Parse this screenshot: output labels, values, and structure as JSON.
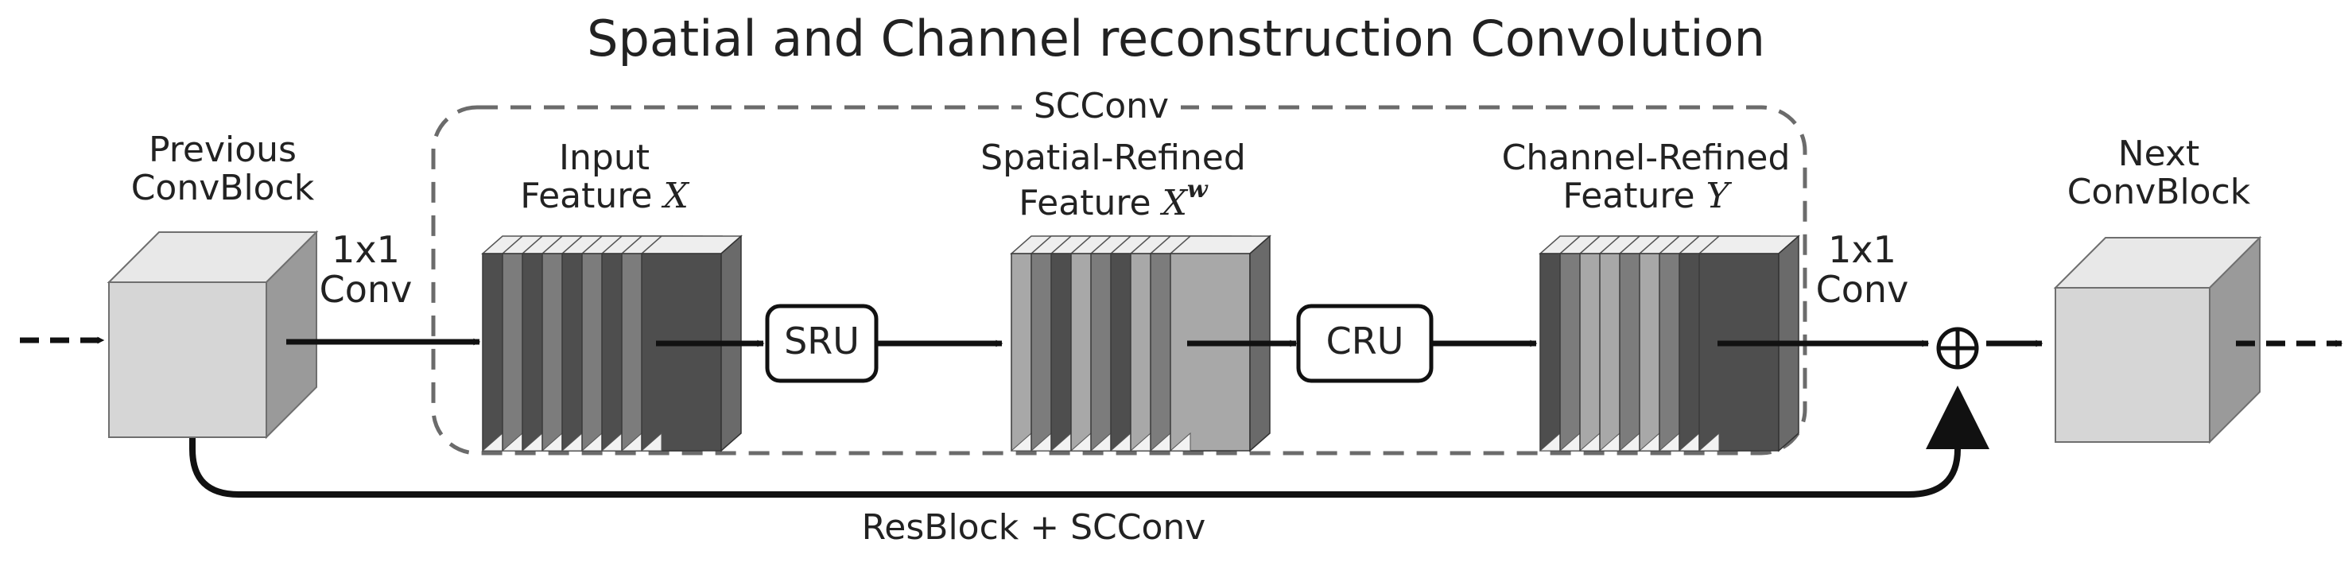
{
  "title": "Spatial and Channel reconstruction Convolution",
  "scconv_label": "SCConv",
  "prev_block": {
    "line1": "Previous",
    "line2": "ConvBlock"
  },
  "next_block": {
    "line1": "Next",
    "line2": "ConvBlock"
  },
  "conv_in": {
    "line1": "1x1",
    "line2": "Conv"
  },
  "conv_out": {
    "line1": "1x1",
    "line2": "Conv"
  },
  "input_feature": {
    "line1": "Input",
    "line2": "Feature",
    "symbol": "X"
  },
  "spatial_feature": {
    "line1": "Spatial-Refined",
    "line2": "Feature",
    "symbol": "X",
    "superscript": "w"
  },
  "channel_feature": {
    "line1": "Channel-Refined",
    "line2": "Feature",
    "symbol": "Y"
  },
  "sru": "SRU",
  "cru": "CRU",
  "add_symbol": "⊕",
  "residual_label": "ResBlock + SCConv",
  "colors": {
    "stroke": "#111111",
    "dashed_box": "#6b6b6b",
    "block_front": "#d6d6d6",
    "block_top": "#e8e8e8",
    "block_side": "#9a9a9a",
    "feature_dark": "#4e4e4e",
    "feature_mid": "#7c7c7c",
    "feature_light": "#a8a8a8"
  }
}
